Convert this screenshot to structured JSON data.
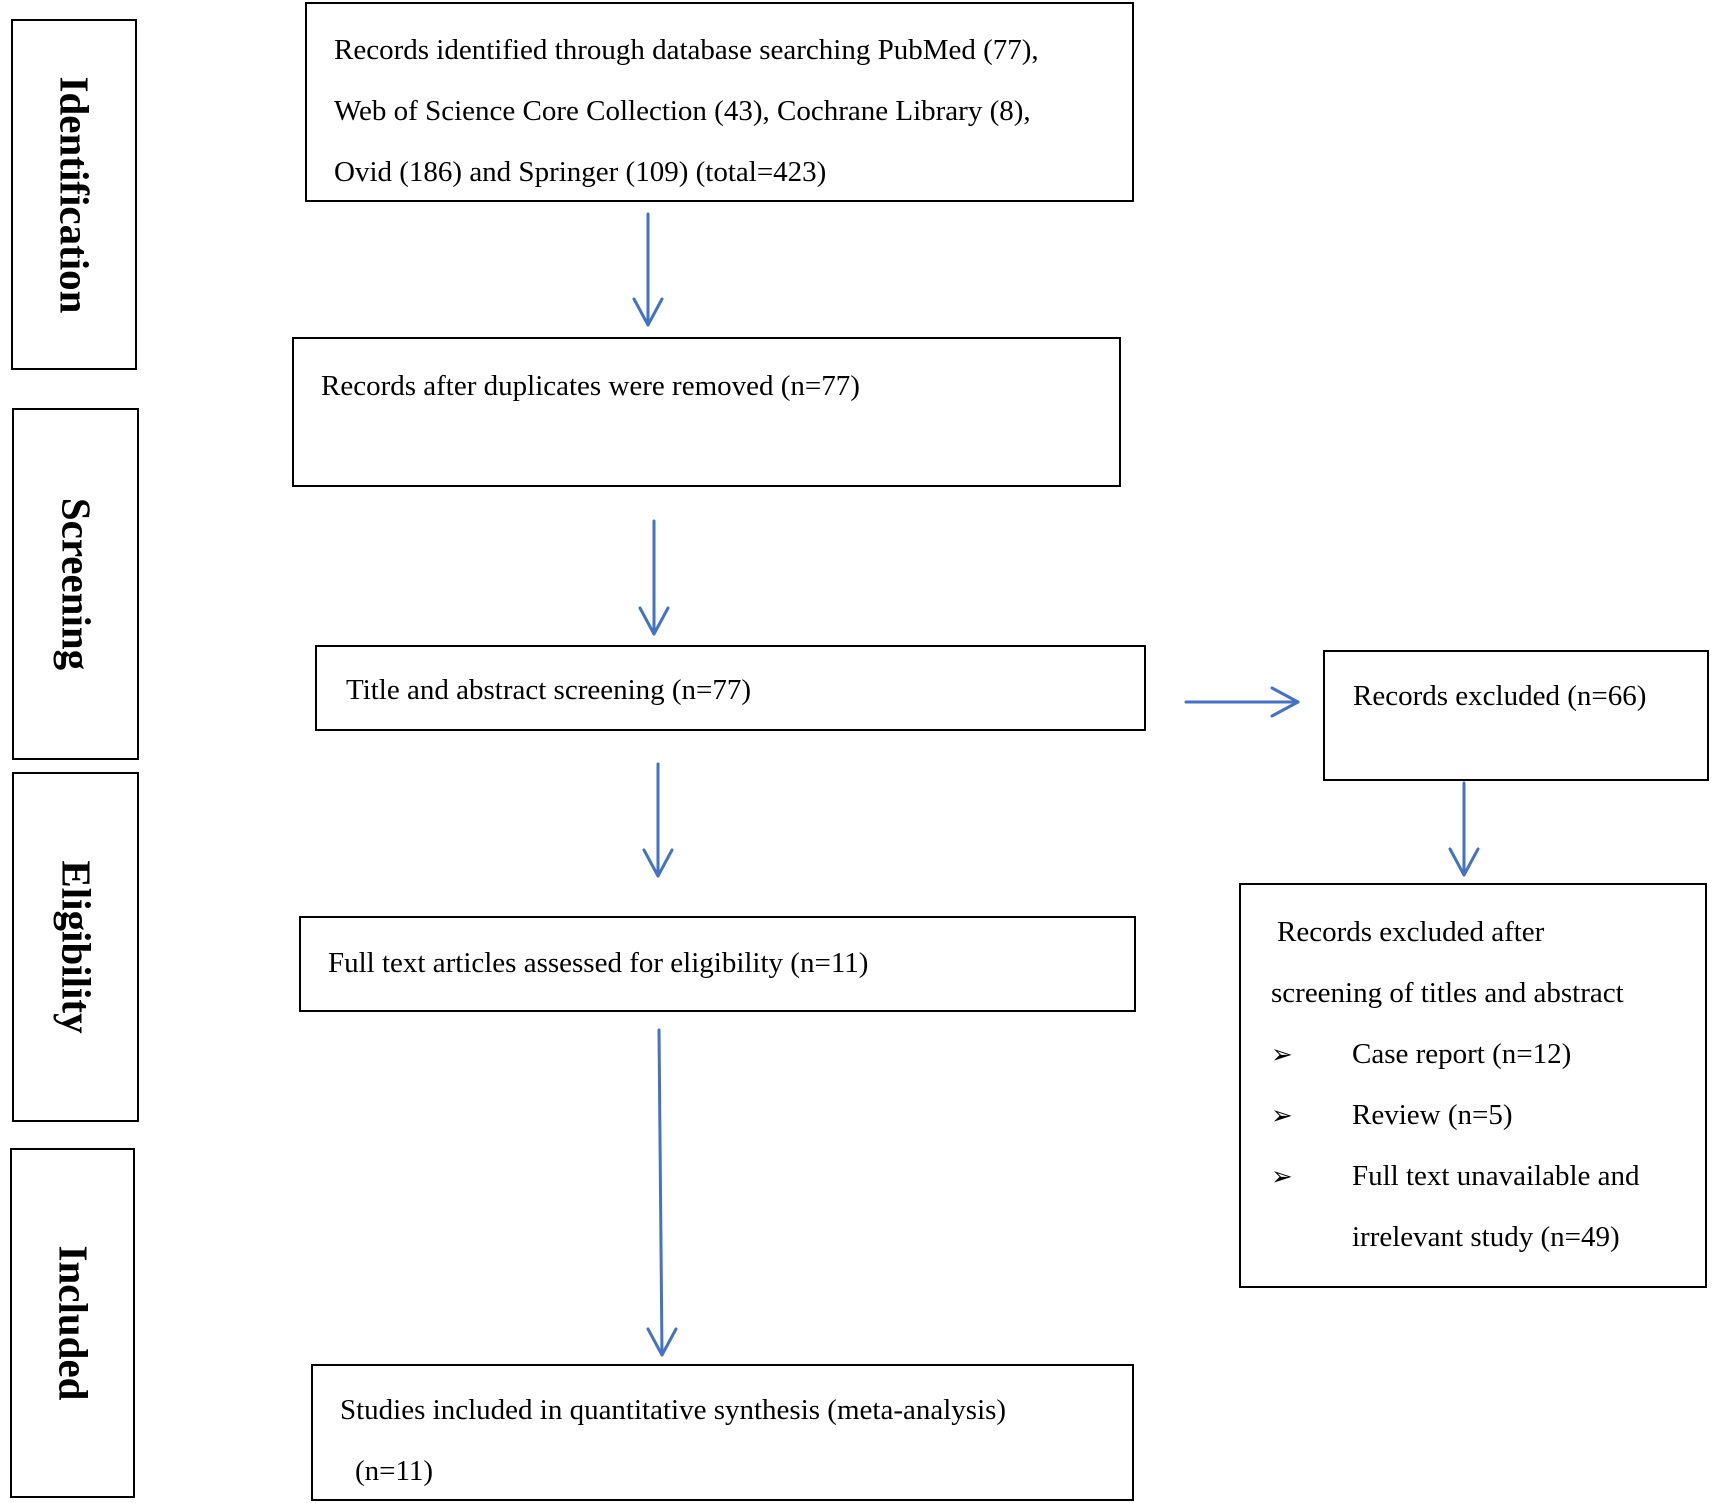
{
  "stages": {
    "identification": "Identification",
    "screening": "Screening",
    "eligibility": "Eligibility",
    "included": "Included"
  },
  "boxes": {
    "identified": {
      "line1": "Records identified through database searching PubMed (77),",
      "line2": "Web of Science Core Collection (43), Cochrane Library (8),",
      "line3": "Ovid (186) and Springer (109) (total=423)"
    },
    "duplicates_removed": "Records after duplicates were removed (n=77)",
    "title_abstract": "Title and abstract screening (n=77)",
    "records_excluded": "Records excluded (n=66)",
    "excluded_after": {
      "line1": "Records excluded after",
      "line2": "screening of titles and abstract",
      "items": [
        {
          "bullet": "➢",
          "text": "Case report (n=12)"
        },
        {
          "bullet": "➢",
          "text": "Review (n=5)"
        },
        {
          "bullet": "➢",
          "text": "Full text unavailable and"
        }
      ],
      "continuation": "irrelevant study (n=49)"
    },
    "full_text": "Full text articles assessed for eligibility (n=11)",
    "included": {
      "line1": "Studies included in quantitative synthesis (meta-analysis)",
      "line2": "(n=11)"
    }
  },
  "colors": {
    "arrow": "#4472c4",
    "border": "#000000"
  }
}
